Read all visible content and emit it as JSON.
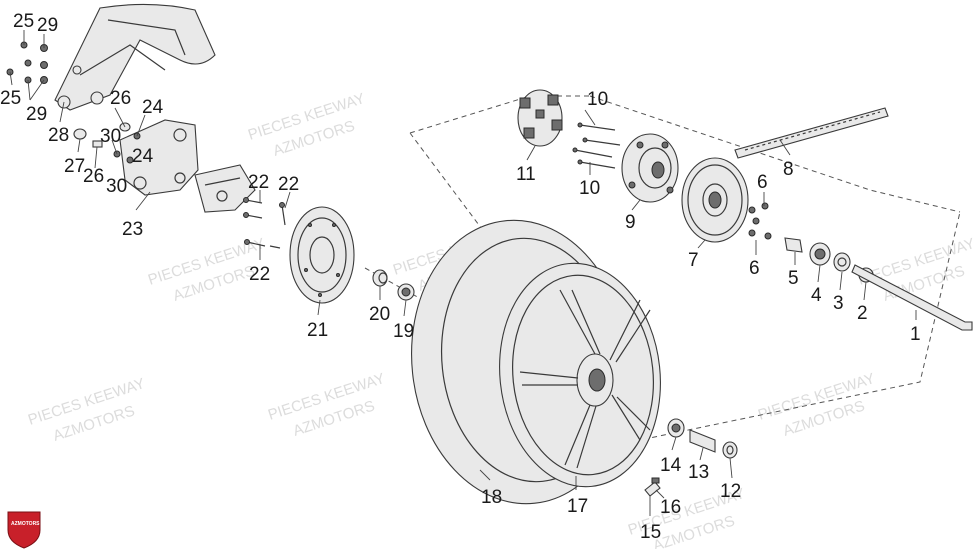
{
  "watermark": {
    "line1": "PIECES KEEWAY",
    "line2": "AZMOTORS"
  },
  "logo": {
    "text": "AZMOTORS",
    "color": "#c8202a"
  },
  "callouts": [
    {
      "id": "c25a",
      "label": "25"
    },
    {
      "id": "c29a",
      "label": "29"
    },
    {
      "id": "c25b",
      "label": "25"
    },
    {
      "id": "c29b",
      "label": "29"
    },
    {
      "id": "c28",
      "label": "28"
    },
    {
      "id": "c26a",
      "label": "26"
    },
    {
      "id": "c24a",
      "label": "24"
    },
    {
      "id": "c30a",
      "label": "30"
    },
    {
      "id": "c24b",
      "label": "24"
    },
    {
      "id": "c27",
      "label": "27"
    },
    {
      "id": "c26b",
      "label": "26"
    },
    {
      "id": "c30b",
      "label": "30"
    },
    {
      "id": "c23",
      "label": "23"
    },
    {
      "id": "c22a",
      "label": "22"
    },
    {
      "id": "c22b",
      "label": "22"
    },
    {
      "id": "c22c",
      "label": "22"
    },
    {
      "id": "c21",
      "label": "21"
    },
    {
      "id": "c20",
      "label": "20"
    },
    {
      "id": "c19",
      "label": "19"
    },
    {
      "id": "c18",
      "label": "18"
    },
    {
      "id": "c17",
      "label": "17"
    },
    {
      "id": "c16",
      "label": "16"
    },
    {
      "id": "c15",
      "label": "15"
    },
    {
      "id": "c14",
      "label": "14"
    },
    {
      "id": "c13",
      "label": "13"
    },
    {
      "id": "c12",
      "label": "12"
    },
    {
      "id": "c11",
      "label": "11"
    },
    {
      "id": "c10a",
      "label": "10"
    },
    {
      "id": "c10b",
      "label": "10"
    },
    {
      "id": "c9",
      "label": "9"
    },
    {
      "id": "c8",
      "label": "8"
    },
    {
      "id": "c7",
      "label": "7"
    },
    {
      "id": "c6a",
      "label": "6"
    },
    {
      "id": "c6b",
      "label": "6"
    },
    {
      "id": "c5",
      "label": "5"
    },
    {
      "id": "c4",
      "label": "4"
    },
    {
      "id": "c3",
      "label": "3"
    },
    {
      "id": "c2",
      "label": "2"
    },
    {
      "id": "c1",
      "label": "1"
    }
  ]
}
